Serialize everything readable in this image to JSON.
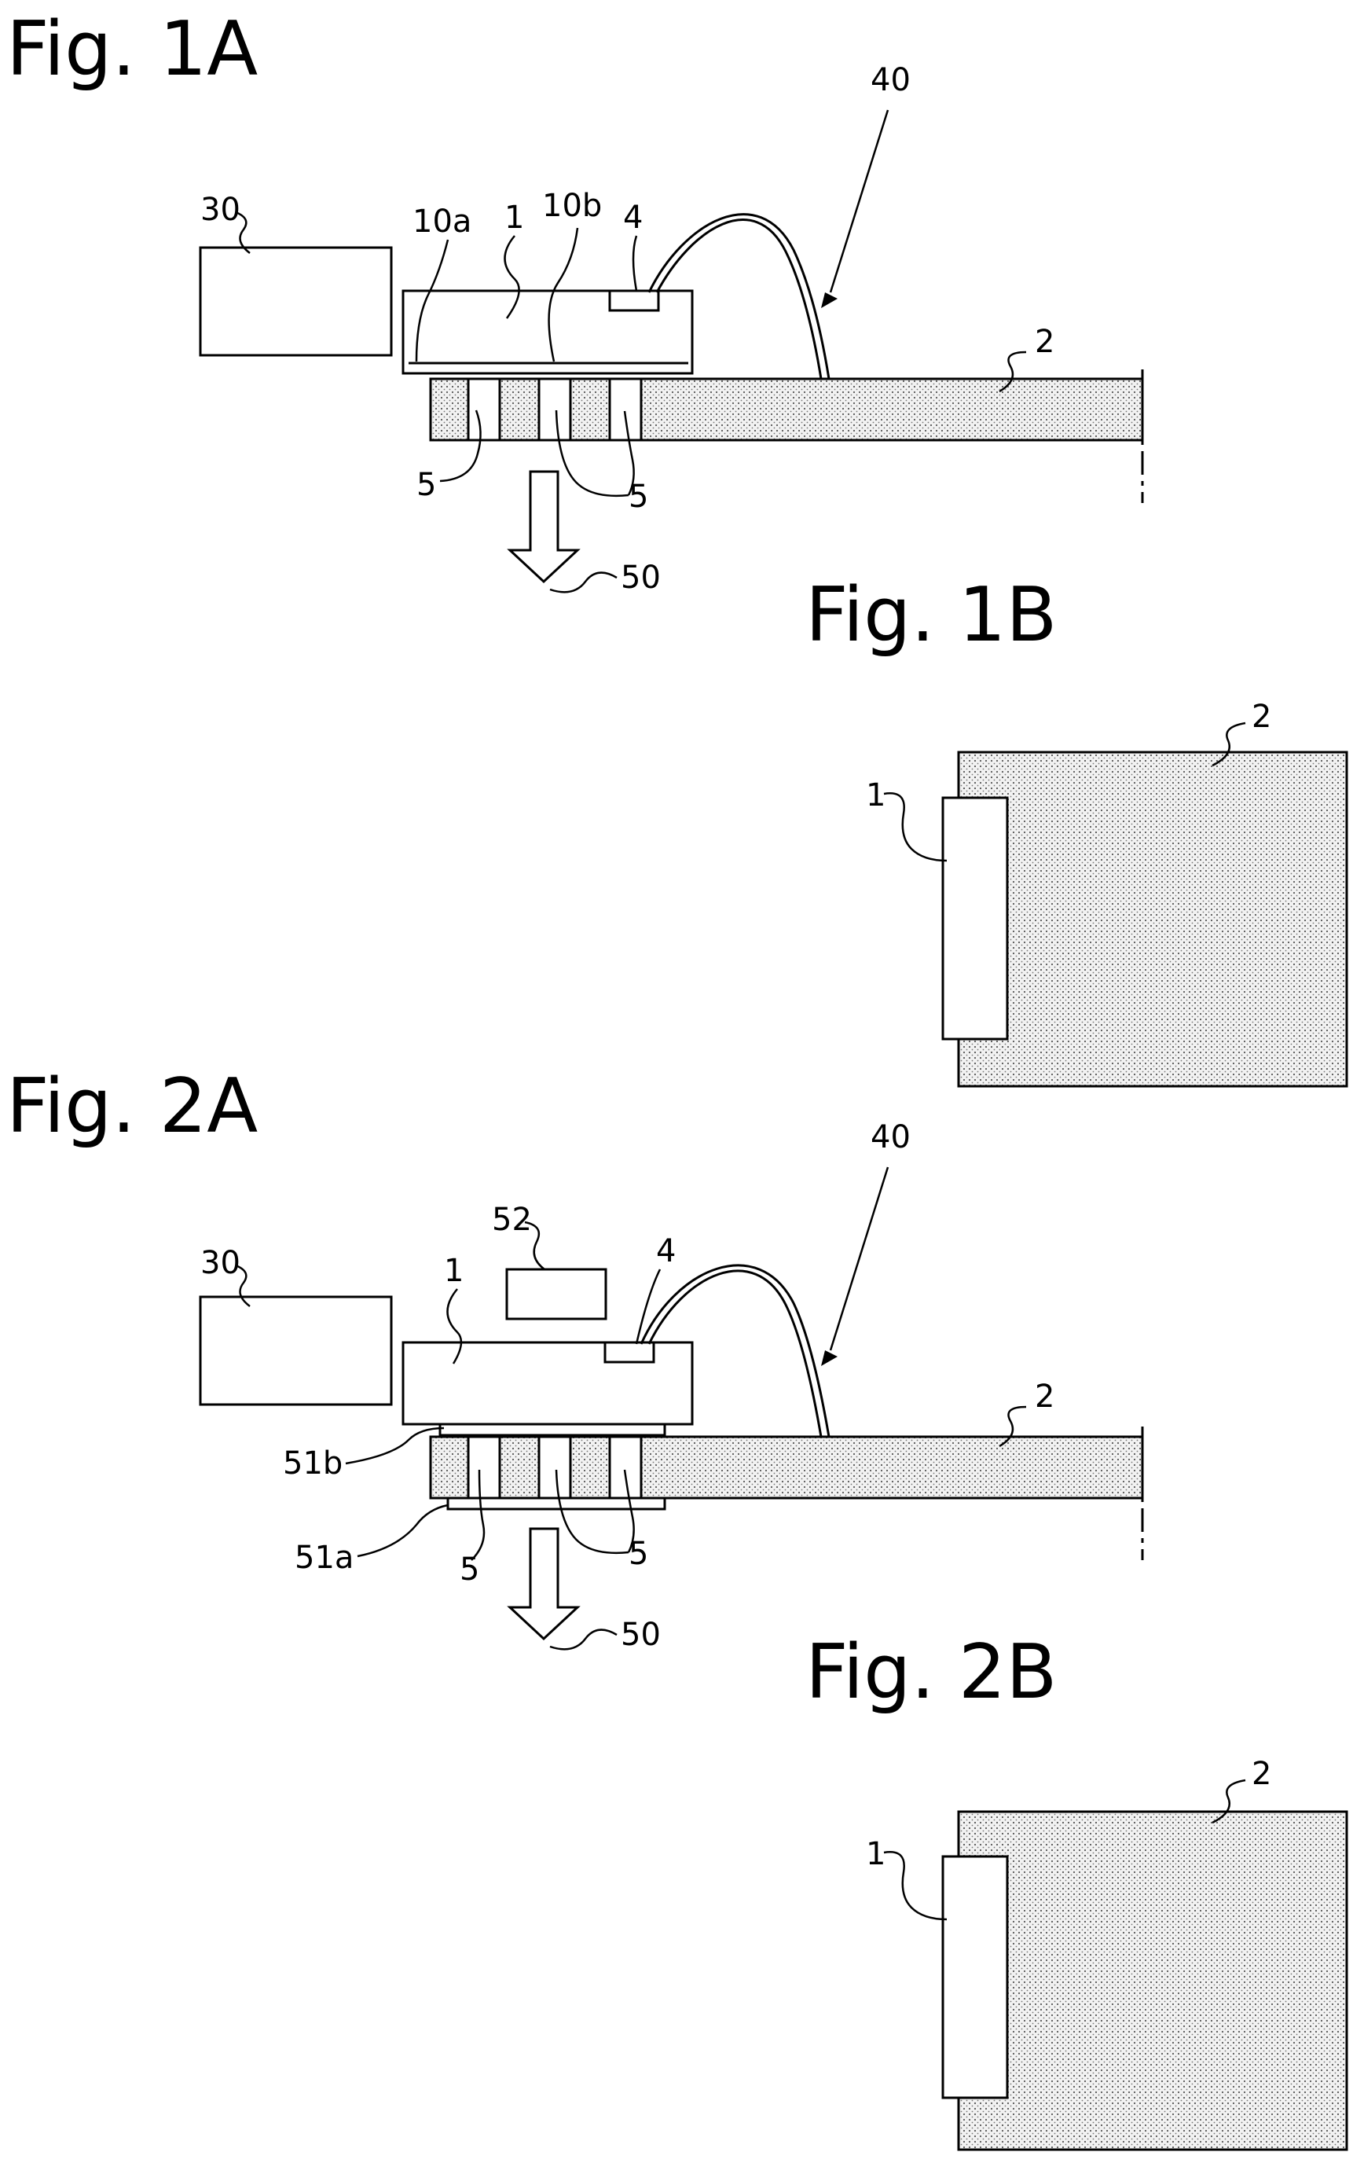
{
  "figures": {
    "fig1a": {
      "title": "Fig. 1A"
    },
    "fig1b": {
      "title": "Fig. 1B"
    },
    "fig2a": {
      "title": "Fig. 2A"
    },
    "fig2b": {
      "title": "Fig. 2B"
    }
  },
  "labels": {
    "l1a_30": "30",
    "l1a_10a": "10a",
    "l1a_1": "1",
    "l1a_10b": "10b",
    "l1a_4": "4",
    "l1a_40": "40",
    "l1a_2": "2",
    "l1a_5_left": "5",
    "l1a_5_right": "5",
    "l1a_50": "50",
    "l1b_2": "2",
    "l1b_1": "1",
    "l2a_30": "30",
    "l2a_52": "52",
    "l2a_1": "1",
    "l2a_4": "4",
    "l2a_40": "40",
    "l2a_2": "2",
    "l2a_51b": "51b",
    "l2a_51a": "51a",
    "l2a_5_left": "5",
    "l2a_5_right": "5",
    "l2a_50": "50",
    "l2b_2": "2",
    "l2b_1": "1"
  }
}
